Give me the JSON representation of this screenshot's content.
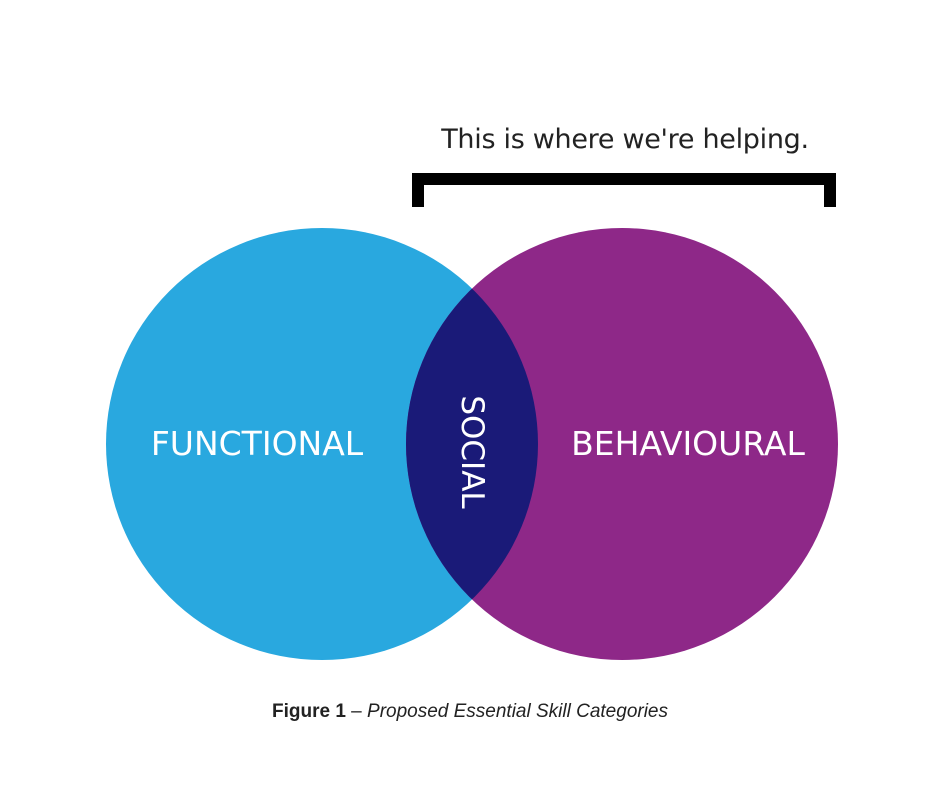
{
  "headline": "This is where we're helping.",
  "venn": {
    "left": {
      "label": "FUNCTIONAL",
      "color": "#29a8df"
    },
    "right": {
      "label": "BEHAVIOURAL",
      "color": "#8e2888"
    },
    "overlap": {
      "label": "SOCIAL",
      "color": "#1a1a78"
    },
    "text_color": "#ffffff"
  },
  "caption": {
    "figure": "Figure 1",
    "separator": " – ",
    "title": "Proposed Essential Skill Categories"
  }
}
